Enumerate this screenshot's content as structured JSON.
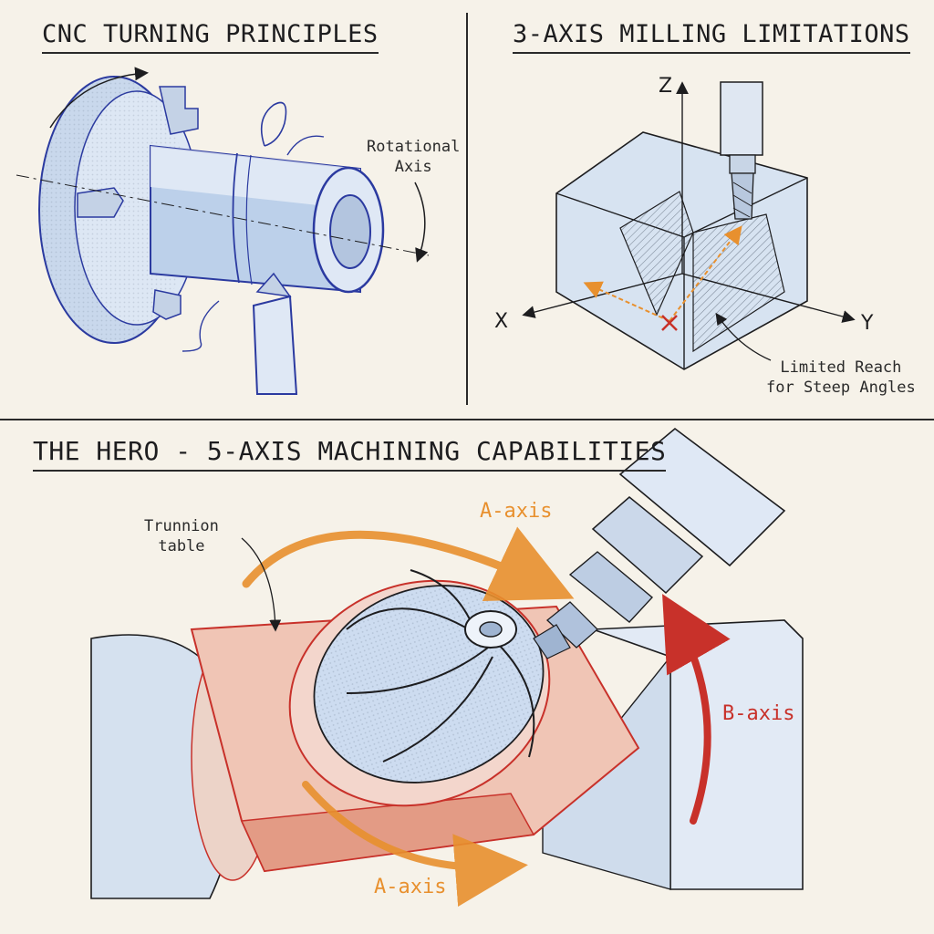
{
  "panels": {
    "turning": {
      "title": "CNC TURNING PRINCIPLES",
      "rotational_axis_label": "Rotational\nAxis"
    },
    "milling": {
      "title": "3-AXIS MILLING LIMITATIONS",
      "axis_z": "Z",
      "axis_x": "X",
      "axis_y": "Y",
      "limited_reach_label": "Limited Reach\nfor Steep Angles"
    },
    "five_axis": {
      "title": "THE HERO - 5-AXIS MACHINING CAPABILITIES",
      "trunnion_label": "Trunnion\ntable",
      "a_axis_top": "A-axis",
      "a_axis_bottom": "A-axis",
      "b_axis": "B-axis"
    }
  },
  "colors": {
    "paper": "#f6f2e9",
    "ink": "#1d1d1f",
    "steel_blue": "#b9cde6",
    "lathe_blue": "#2b3aa0",
    "orange_arrow": "#e8902e",
    "red_arrow": "#c8312a",
    "trunnion_red": "#e9a38f"
  },
  "icons": {
    "lathe": "lathe-chuck-icon",
    "end_mill": "end-mill-icon",
    "impeller": "impeller-icon"
  }
}
